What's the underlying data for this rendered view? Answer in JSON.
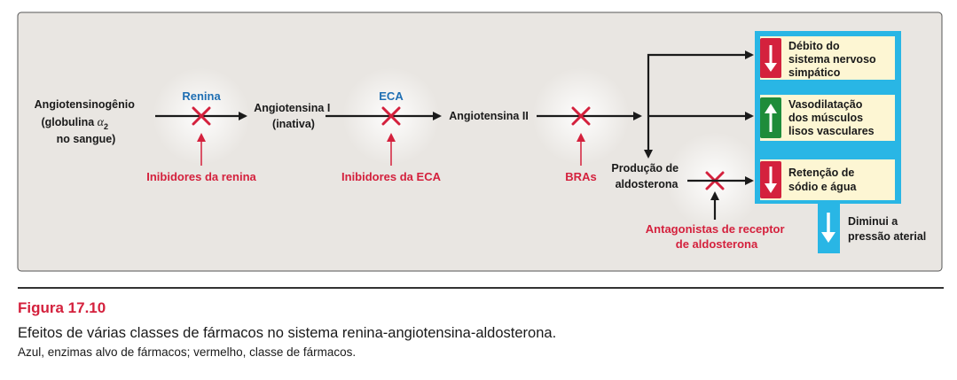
{
  "diagram": {
    "substrate": [
      "Angiotensinogênio",
      "(globulina ",
      "α",
      "2",
      "no sangue)"
    ],
    "enzyme_renin": "Renina",
    "angiotensin_i": [
      "Angiotensina I",
      "(inativa)"
    ],
    "enzyme_eca": "ECA",
    "angiotensin_ii": "Angiotensina II",
    "aldosterone": [
      "Produção de",
      "aldosterona"
    ],
    "inhibitor_renin": "Inibidores da renina",
    "inhibitor_eca": "Inibidores da ECA",
    "inhibitor_bra": "BRAs",
    "inhibitor_aldo": [
      "Antagonistas de receptor",
      "de aldosterona"
    ],
    "effects": [
      {
        "lines": [
          "Débito do",
          "sistema nervoso",
          "simpático"
        ],
        "direction": "down",
        "color": "#d4213d"
      },
      {
        "lines": [
          "Vasodilatação",
          "dos músculos",
          "lisos vasculares"
        ],
        "direction": "up",
        "color": "#1e8c3a"
      },
      {
        "lines": [
          "Retenção de",
          "sódio e água"
        ],
        "direction": "down",
        "color": "#d4213d"
      }
    ],
    "outcome": [
      "Diminui a",
      "pressão aterial"
    ]
  },
  "colors": {
    "panel_bg": "#e9e6e2",
    "enzyme_blue": "#1f6fb3",
    "drug_red": "#d4213d",
    "effect_panel": "#29b6e5",
    "effect_box": "#fdf6d3"
  },
  "caption": {
    "title": "Figura 17.10",
    "main": "Efeitos de várias classes de fármacos no sistema renina-angiotensina-aldosterona.",
    "sub": "Azul, enzimas alvo de fármacos; vermelho, classe de fármacos."
  }
}
